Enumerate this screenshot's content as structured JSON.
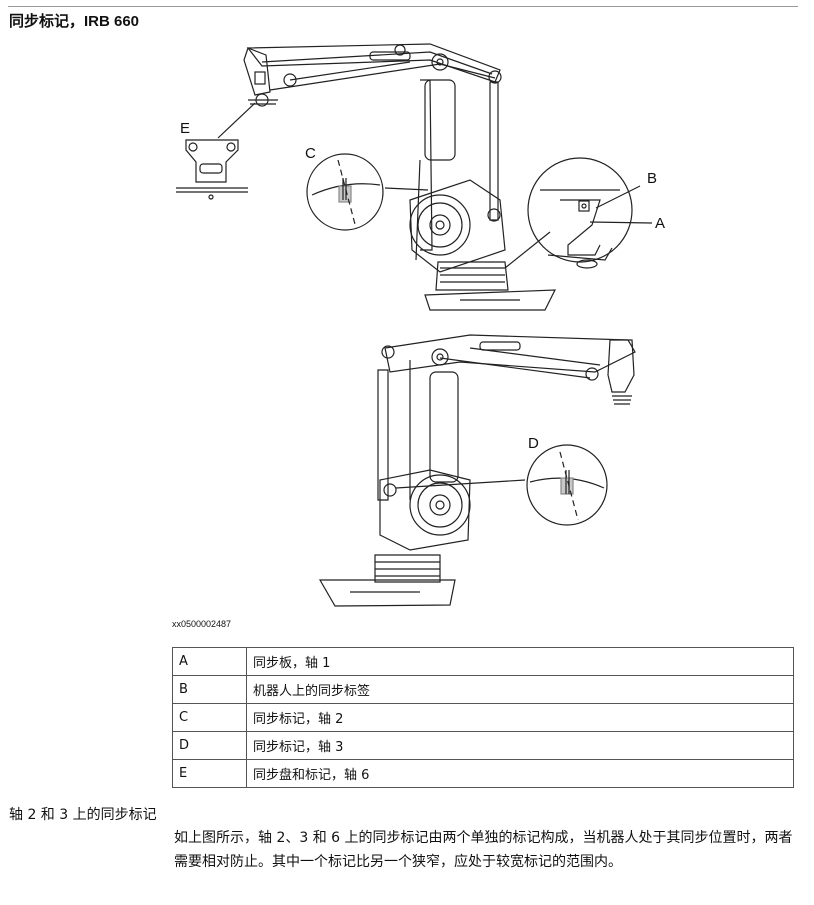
{
  "heading": "同步标记，IRB 660",
  "figure": {
    "callouts": {
      "A": "A",
      "B": "B",
      "C": "C",
      "D": "D",
      "E": "E"
    },
    "image_id": "xx0500002487"
  },
  "legend": [
    {
      "key": "A",
      "desc": "同步板，轴 1"
    },
    {
      "key": "B",
      "desc": "机器人上的同步标签"
    },
    {
      "key": "C",
      "desc": "同步标记，轴 2"
    },
    {
      "key": "D",
      "desc": "同步标记，轴 3"
    },
    {
      "key": "E",
      "desc": "同步盘和标记，轴 6"
    }
  ],
  "section_title": "轴 2 和 3 上的同步标记",
  "paragraph": "如上图所示，轴 2、3 和 6 上的同步标记由两个单独的标记构成，当机器人处于其同步位置时，两者需要相对防止。其中一个标记比另一个狭窄，应处于较宽标记的范围内。"
}
